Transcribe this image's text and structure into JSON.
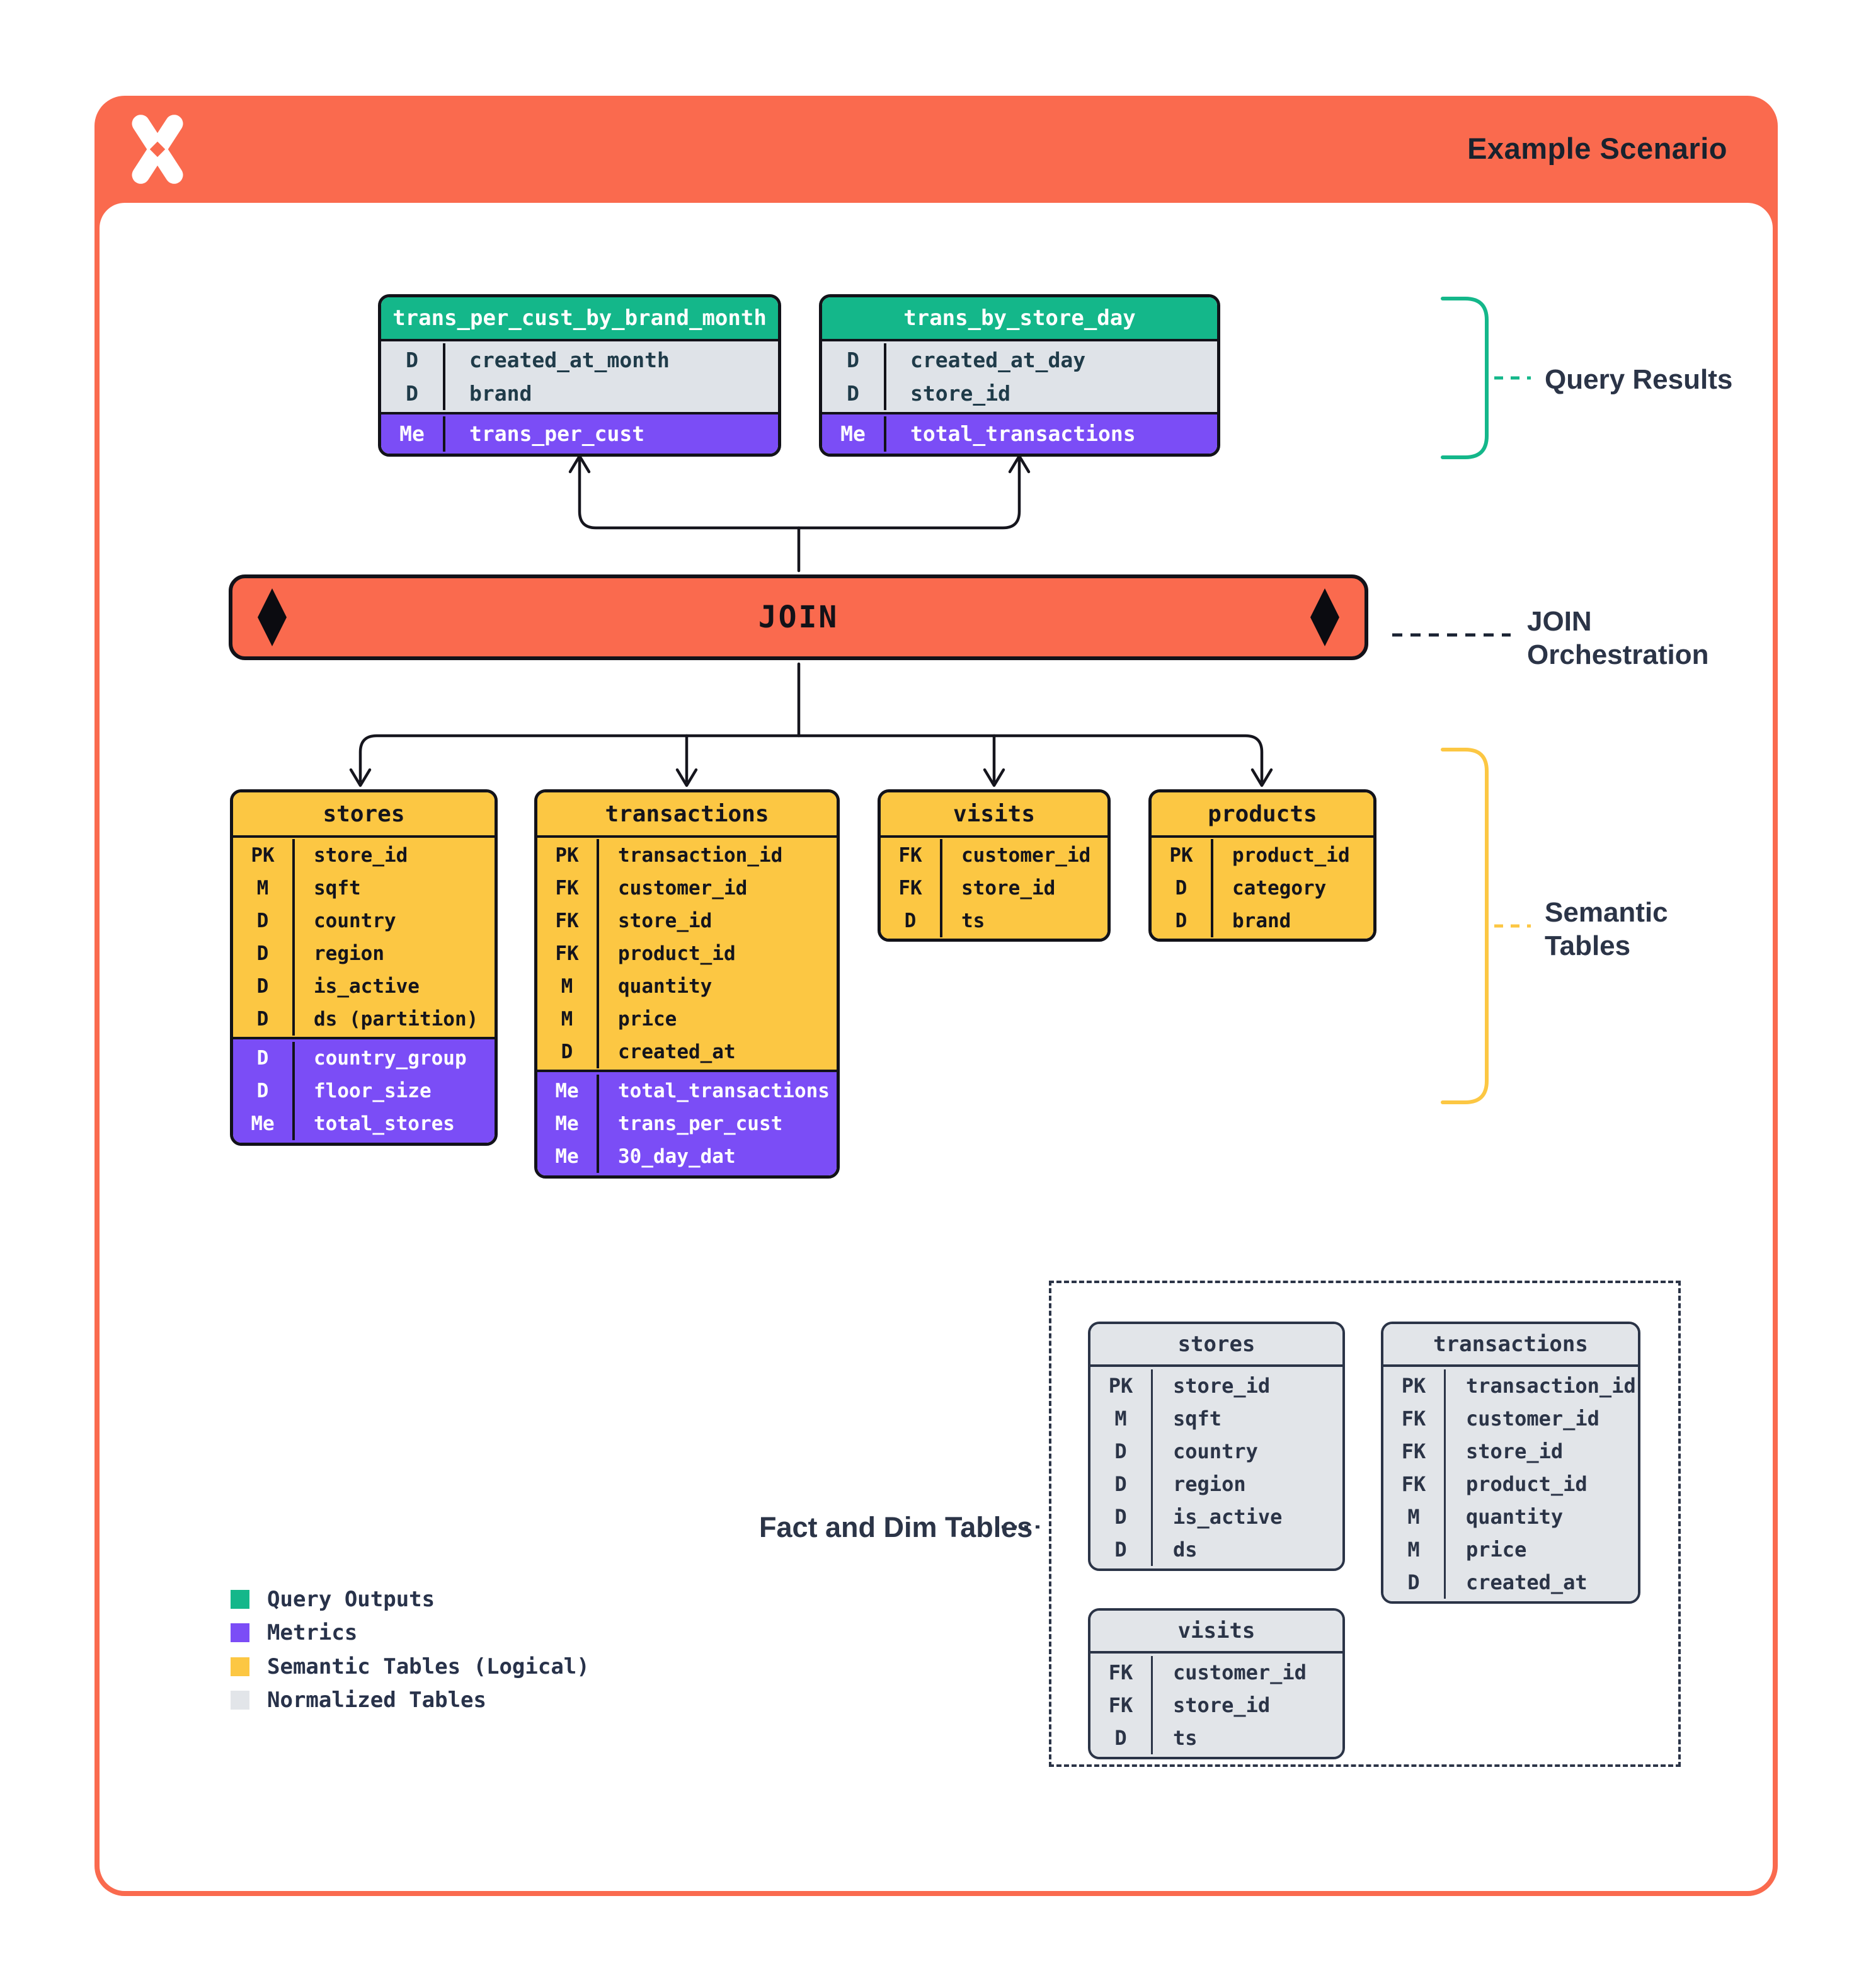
{
  "colors": {
    "orange": "#FA6A4E",
    "green": "#14B78A",
    "purple": "#7B4DF6",
    "yellow": "#FCC743",
    "normalized-gray": "#E2E5E9",
    "row-gray": "#DFE3E8",
    "ink": "#121219",
    "navy": "#2B3447",
    "teal-ink": "#1F3B49"
  },
  "header": {
    "title": "Example Scenario",
    "logo": "pinwheel-x-icon"
  },
  "join_label": "JOIN",
  "annotations": {
    "query_results": "Query Results",
    "join_line1": "JOIN",
    "join_line2": "Orchestration",
    "semantic_line1": "Semantic",
    "semantic_line2": "Tables",
    "fact_dim": "Fact and Dim Tables"
  },
  "query_result_tables": [
    {
      "title": "trans_per_cust_by_brand_month",
      "rows": [
        [
          "D",
          "created_at_month"
        ],
        [
          "D",
          "brand"
        ]
      ],
      "metric_rows": [
        [
          "Me",
          "trans_per_cust"
        ]
      ]
    },
    {
      "title": "trans_by_store_day",
      "rows": [
        [
          "D",
          "created_at_day"
        ],
        [
          "D",
          "store_id"
        ]
      ],
      "metric_rows": [
        [
          "Me",
          "total_transactions"
        ]
      ]
    }
  ],
  "semantic_tables": [
    {
      "title": "stores",
      "rows": [
        [
          "PK",
          "store_id"
        ],
        [
          "M",
          "sqft"
        ],
        [
          "D",
          "country"
        ],
        [
          "D",
          "region"
        ],
        [
          "D",
          "is_active"
        ],
        [
          "D",
          "ds (partition)"
        ]
      ],
      "metric_rows": [
        [
          "D",
          "country_group"
        ],
        [
          "D",
          "floor_size"
        ],
        [
          "Me",
          "total_stores"
        ]
      ]
    },
    {
      "title": "transactions",
      "rows": [
        [
          "PK",
          "transaction_id"
        ],
        [
          "FK",
          "customer_id"
        ],
        [
          "FK",
          "store_id"
        ],
        [
          "FK",
          "product_id"
        ],
        [
          "M",
          "quantity"
        ],
        [
          "M",
          "price"
        ],
        [
          "D",
          "created_at"
        ]
      ],
      "metric_rows": [
        [
          "Me",
          "total_transactions"
        ],
        [
          "Me",
          "trans_per_cust"
        ],
        [
          "Me",
          "30_day_dat"
        ]
      ]
    },
    {
      "title": "visits",
      "rows": [
        [
          "FK",
          "customer_id"
        ],
        [
          "FK",
          "store_id"
        ],
        [
          "D",
          "ts"
        ]
      ],
      "metric_rows": []
    },
    {
      "title": "products",
      "rows": [
        [
          "PK",
          "product_id"
        ],
        [
          "D",
          "category"
        ],
        [
          "D",
          "brand"
        ]
      ],
      "metric_rows": []
    }
  ],
  "normalized_tables": [
    {
      "title": "stores",
      "rows": [
        [
          "PK",
          "store_id"
        ],
        [
          "M",
          "sqft"
        ],
        [
          "D",
          "country"
        ],
        [
          "D",
          "region"
        ],
        [
          "D",
          "is_active"
        ],
        [
          "D",
          "ds (partition)"
        ]
      ]
    },
    {
      "title": "transactions",
      "rows": [
        [
          "PK",
          "transaction_id"
        ],
        [
          "FK",
          "customer_id"
        ],
        [
          "FK",
          "store_id"
        ],
        [
          "FK",
          "product_id"
        ],
        [
          "M",
          "quantity"
        ],
        [
          "M",
          "price"
        ],
        [
          "D",
          "created_at"
        ]
      ]
    },
    {
      "title": "visits",
      "rows": [
        [
          "FK",
          "customer_id"
        ],
        [
          "FK",
          "store_id"
        ],
        [
          "D",
          "ts"
        ]
      ]
    }
  ],
  "legend": [
    {
      "color_name": "green",
      "label": "Query Outputs"
    },
    {
      "color_name": "purple",
      "label": "Metrics"
    },
    {
      "color_name": "yellow",
      "label": "Semantic Tables (Logical)"
    },
    {
      "color_name": "gray",
      "label": "Normalized Tables"
    }
  ]
}
